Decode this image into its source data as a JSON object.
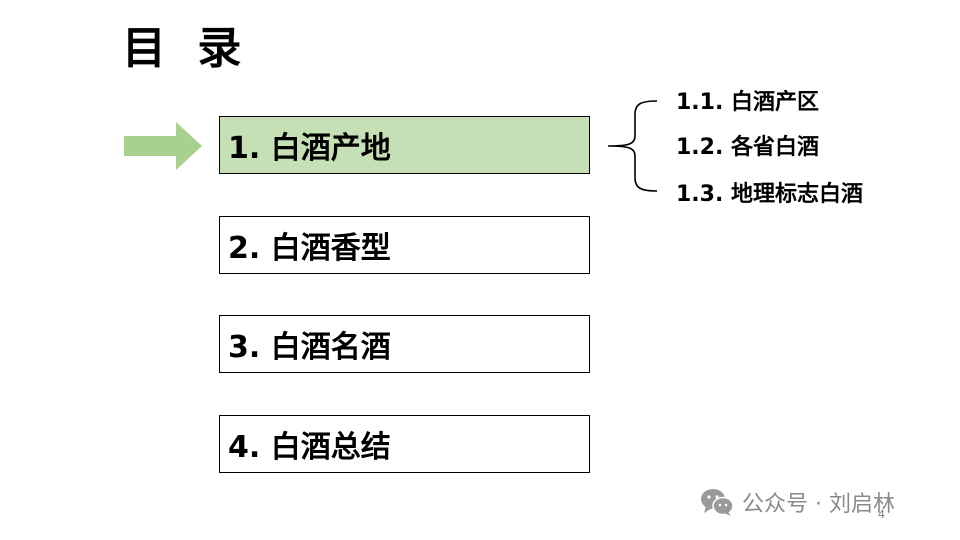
{
  "slide": {
    "title": "目 录",
    "toc": [
      {
        "label": "1. 白酒产地",
        "active": true
      },
      {
        "label": "2. 白酒香型",
        "active": false
      },
      {
        "label": "3. 白酒名酒",
        "active": false
      },
      {
        "label": "4. 白酒总结",
        "active": false
      }
    ],
    "subitems": [
      {
        "label": "1.1. 白酒产区"
      },
      {
        "label": "1.2. 各省白酒"
      },
      {
        "label": "1.3. 地理标志白酒"
      }
    ],
    "watermark": {
      "icon": "wechat-icon",
      "text": "公众号 · 刘启林"
    },
    "page_number": "4",
    "colors": {
      "active_fill": "#c5e0b4",
      "arrow": "#a9d18e",
      "border": "#000000",
      "watermark": "#8a8a8a"
    }
  }
}
